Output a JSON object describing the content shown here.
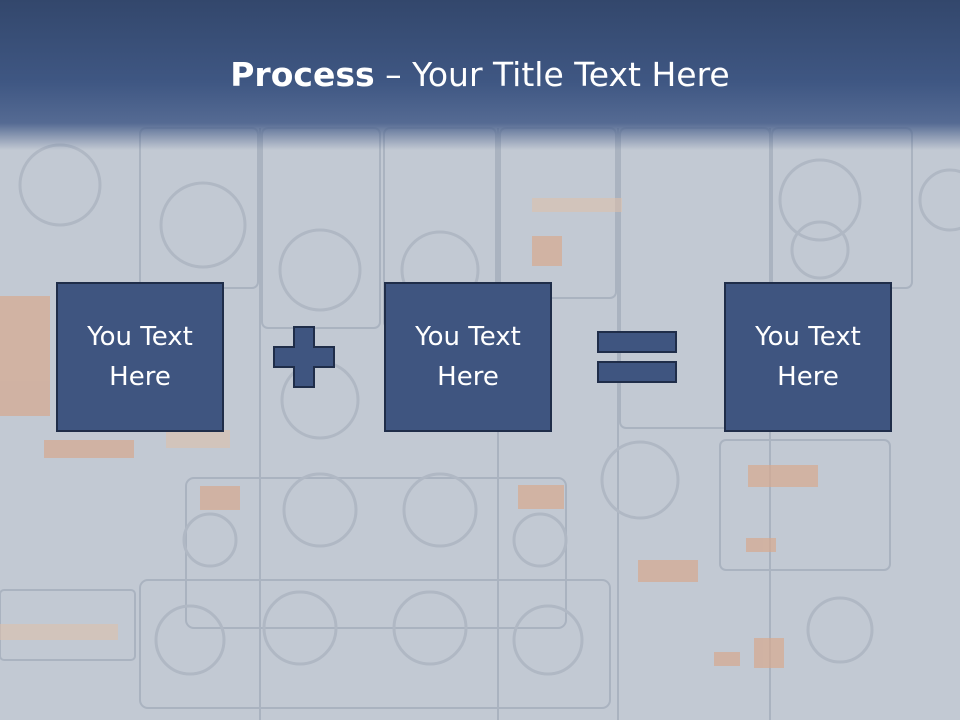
{
  "slide": {
    "title_bold": "Process",
    "title_dash": " – ",
    "title_rest": "Your Title Text Here",
    "boxes": [
      {
        "text": "You Text Here"
      },
      {
        "text": "You Text Here"
      },
      {
        "text": "You Text Here"
      }
    ]
  },
  "icons": {
    "plus": "plus-icon",
    "equals": "equals-icon"
  },
  "colors": {
    "title_band": "#3f5783",
    "box_fill": "#3f5580",
    "box_border": "#1f2d49",
    "text": "#ffffff",
    "background": "#c3cad4"
  }
}
